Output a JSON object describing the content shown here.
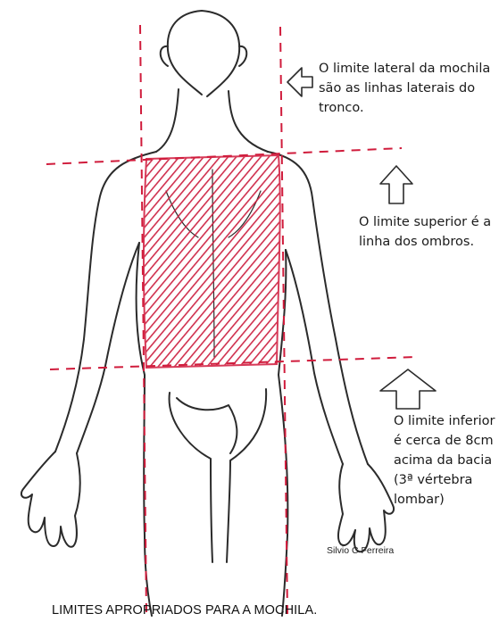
{
  "notes": {
    "lateral": "O limite lateral da mochila\nsão as linhas laterais do\ntronco.",
    "superior": "O limite superior é a\nlinha dos ombros.",
    "inferior": "O limite inferior\né cerca de 8cm\nacima da bacia\n(3ª vértebra\nlombar)"
  },
  "author": "Silvio C Ferreira",
  "caption": "LIMITES APROPRIADOS PARA A MOCHILA.",
  "colors": {
    "backpack_area": "#d42a4a",
    "guide_lines": "#d01c3c",
    "outline": "#2b2b2b"
  }
}
